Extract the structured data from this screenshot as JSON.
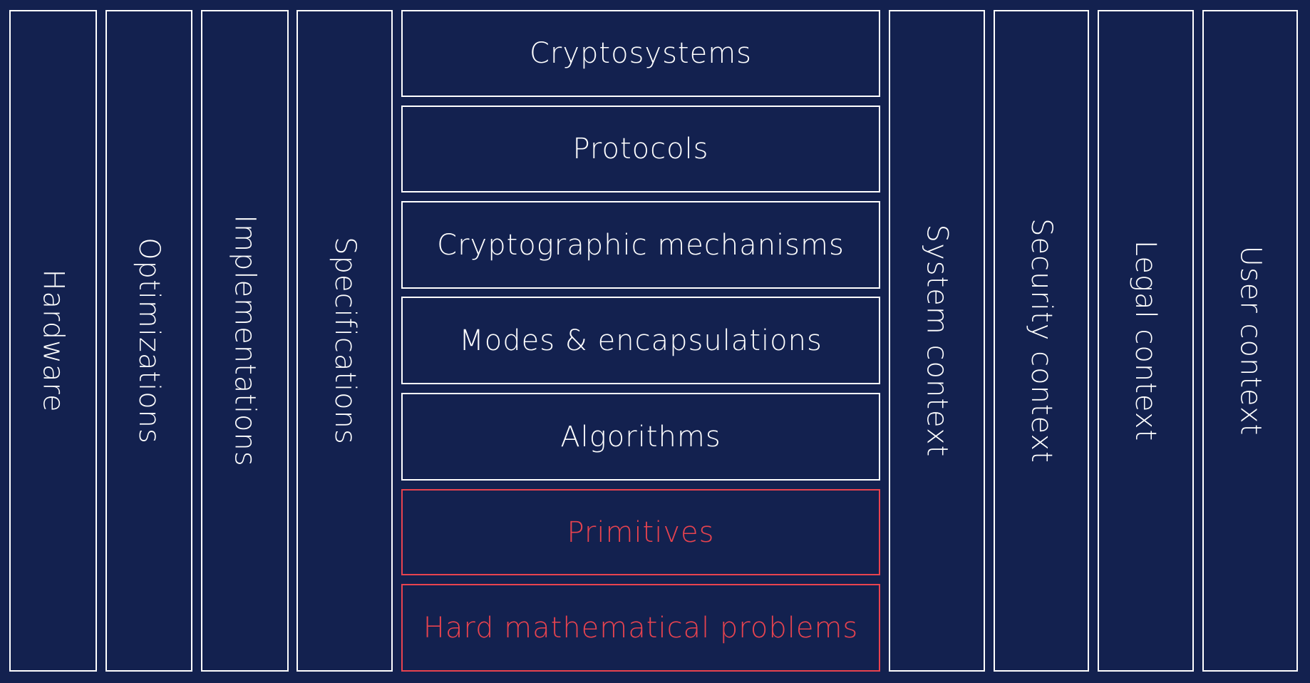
{
  "left_columns": [
    "Hardware",
    "Optimizations",
    "Implementations",
    "Specifications"
  ],
  "stack": [
    {
      "label": "Cryptosystems",
      "highlight": false
    },
    {
      "label": "Protocols",
      "highlight": false
    },
    {
      "label": "Cryptographic mechanisms",
      "highlight": false
    },
    {
      "label": "Modes & encapsulations",
      "highlight": false
    },
    {
      "label": "Algorithms",
      "highlight": false
    },
    {
      "label": "Primitives",
      "highlight": true
    },
    {
      "label": "Hard mathematical problems",
      "highlight": true
    }
  ],
  "right_columns": [
    "System context",
    "Security context",
    "Legal context",
    "User context"
  ],
  "colors": {
    "background": "#13214f",
    "border": "#ffffff",
    "highlight": "#e8434f"
  }
}
